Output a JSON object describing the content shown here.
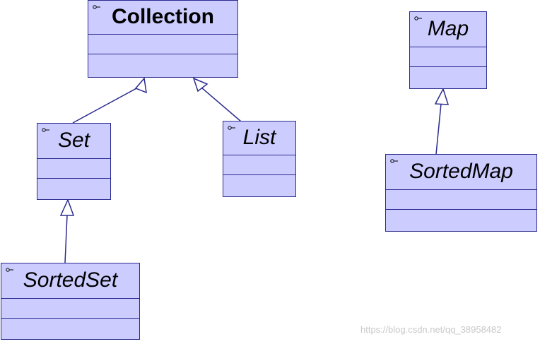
{
  "diagram": {
    "classes": {
      "collection": {
        "name": "Collection"
      },
      "set": {
        "name": "Set"
      },
      "list": {
        "name": "List"
      },
      "sorted_set": {
        "name": "SortedSet"
      },
      "map": {
        "name": "Map"
      },
      "sorted_map": {
        "name": "SortedMap"
      }
    },
    "relations": [
      {
        "from": "Set",
        "to": "Collection",
        "kind": "generalization"
      },
      {
        "from": "List",
        "to": "Collection",
        "kind": "generalization"
      },
      {
        "from": "SortedSet",
        "to": "Set",
        "kind": "generalization"
      },
      {
        "from": "SortedMap",
        "to": "Map",
        "kind": "generalization"
      }
    ],
    "colors": {
      "box_fill": "#ccccff",
      "stroke": "#2b2b8f"
    }
  },
  "watermark": "https://blog.csdn.net/qq_38958482"
}
